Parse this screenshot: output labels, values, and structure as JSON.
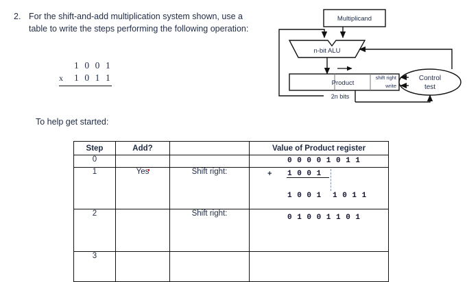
{
  "question": {
    "number": "2.",
    "text": "For the shift-and-add multiplication system shown, use a table to write the steps performing the following operation:",
    "helper": "To help get started:"
  },
  "multiplication": {
    "multiplicand": "1 0 0 1",
    "operator": "x",
    "multiplier": "1 0 1 1"
  },
  "diagram": {
    "multiplicand_box": "Multiplicand",
    "alu_box": "n-bit ALU",
    "product_box": "Product",
    "product_bits": "2n bits",
    "shift_right_label": "shift right",
    "write_label": "write",
    "control_line1": "Control",
    "control_line2": "test"
  },
  "table": {
    "headers": [
      "Step",
      "Add?",
      "",
      "Value of Product register"
    ],
    "rows": [
      {
        "step": "0",
        "add": "",
        "note": "",
        "values": {
          "full": "0 0 0 0 1 0 1 1"
        }
      },
      {
        "step": "1",
        "add": "Yes",
        "note": "Shift right:",
        "values": {
          "plus": "+",
          "addend": "1 0 0 1",
          "sum_hi": "1 0 0 1",
          "sum_lo": "1 0 1 1",
          "shifted": "0 1 0 0 1 1 0 1"
        }
      },
      {
        "step": "2",
        "add": "",
        "note": "Shift right:",
        "values": {}
      },
      {
        "step": "3",
        "add": "",
        "note": "",
        "values": {}
      }
    ]
  },
  "colors": {
    "text": "#1f2a44",
    "border": "#111111",
    "accent_red": "#e02424",
    "dashed_divider": "#7d93b2"
  }
}
